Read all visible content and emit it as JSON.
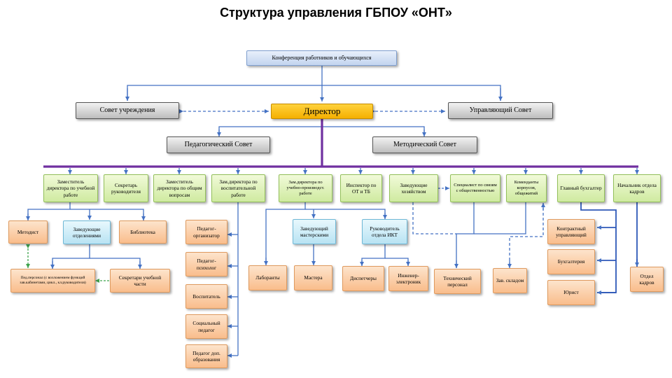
{
  "title": "Структура управления ГБПОУ «ОНТ»",
  "nodes": {
    "conference": "Конференция работников и обучающихся",
    "institution_council": "Совет учреждения",
    "director": "Директор",
    "governing_council": "Управляющий Совет",
    "pedagogical_council": "Педагогический Совет",
    "methodical_council": "Методический Совет",
    "deputy_academic": "Заместитель директора по учебной работе",
    "director_secretary": "Секретарь руководителя",
    "deputy_general": "Заместитель директора по общим вопросам",
    "deputy_educational": "Зам.директора по воспитательной работе",
    "deputy_production": "Зам.директора по учебно-производст. работе",
    "safety_inspector": "Инспектор по ОТ и ТБ",
    "housekeeping_head": "Заведующие хозяйством",
    "pr_specialist": "Специалист по связям с общественностью",
    "commandants": "Коменданты корпусов, общежитий",
    "chief_accountant": "Главный бухгалтер",
    "hr_head": "Начальник отдела кадров",
    "methodist": "Методист",
    "department_heads": "Заведующие отделениями",
    "library": "Библиотека",
    "teaching_staff": "Пед.персонал (с возложением функций зав.кабинетами, цикл., кл.руководителя)",
    "study_secretaries": "Секретари учебной части",
    "organizer_teacher": "Педагог-организатор",
    "psychologist_teacher": "Педагог-психолог",
    "tutor": "Воспитатель",
    "social_teacher": "Социальный педагог",
    "additional_ed_teacher": "Педагог доп. образования",
    "workshop_head": "Заведующий мастерскими",
    "ict_head": "Руководитель отдела ИКТ",
    "laboratory_assistants": "Лаборанты",
    "masters": "Мастера",
    "dispatchers": "Диспетчеры",
    "engineer_electronics": "Инженер-электроник",
    "technical_staff": "Технический персонал",
    "warehouse_head": "Зав. складом",
    "contract_manager": "Контрактный управляющий",
    "accounting": "Бухгалтерия",
    "lawyer": "Юрист",
    "hr_department": "Отдел кадров"
  },
  "colors": {
    "top_node": "#c2d4ef",
    "council_node": "#bdbdbd",
    "director_node": "#f5b000",
    "deputy_node": "#cfeaa0",
    "staff_node": "#f9bd8c",
    "sub_head_node": "#b8e3f3",
    "connector": "#4472c4",
    "main_bus": "#7030a0",
    "dashed_green": "#3fa34d"
  }
}
